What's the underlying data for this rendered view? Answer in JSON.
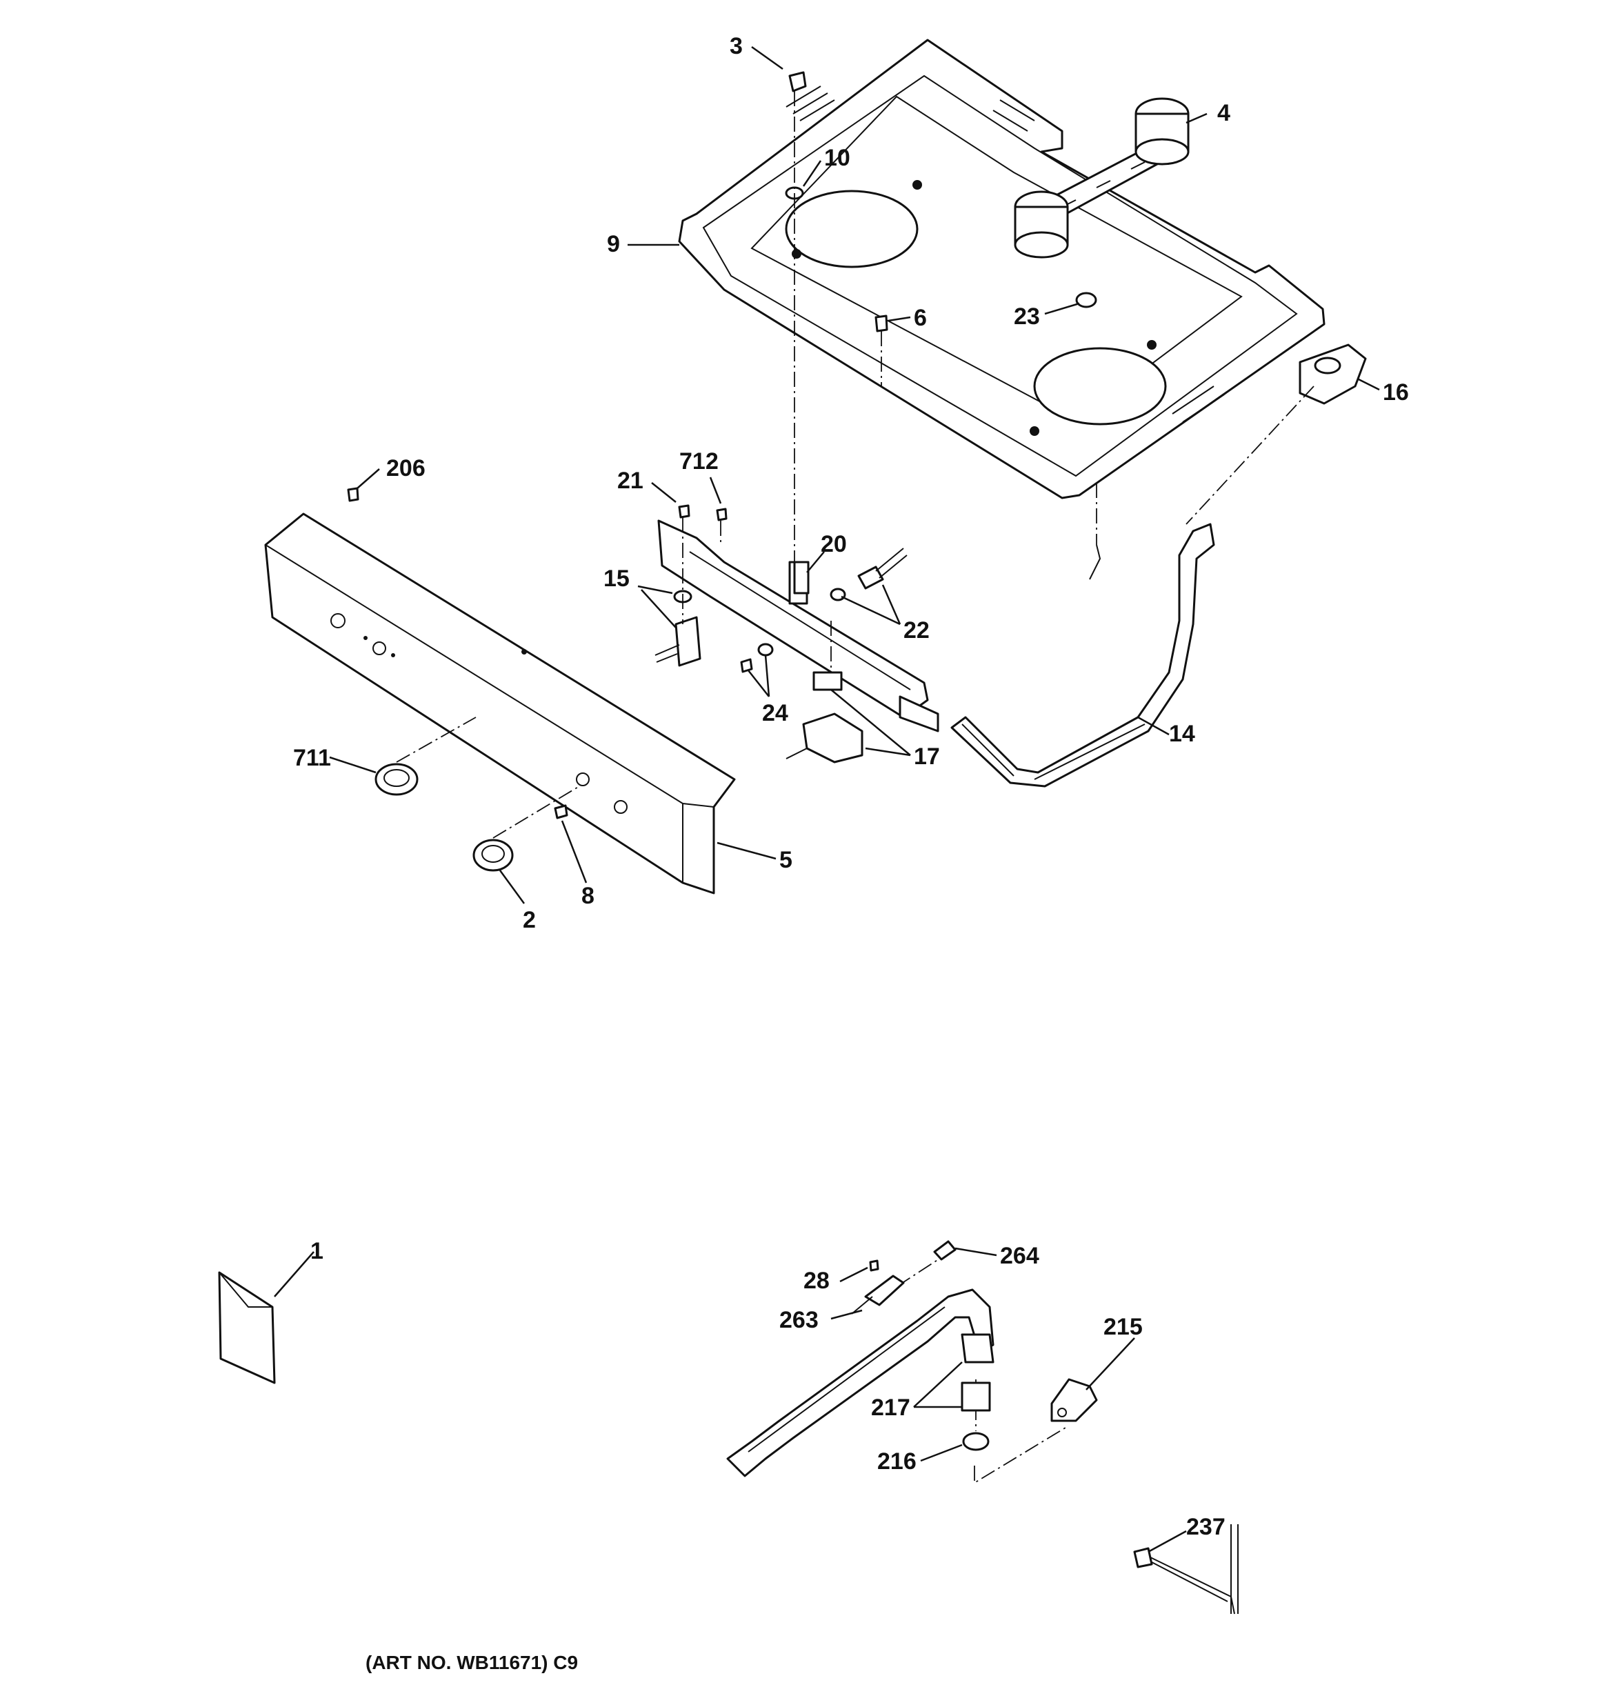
{
  "callouts": {
    "c1": "1",
    "c2": "2",
    "c3": "3",
    "c4": "4",
    "c5": "5",
    "c6": "6",
    "c8": "8",
    "c9": "9",
    "c10": "10",
    "c14": "14",
    "c15": "15",
    "c16": "16",
    "c17": "17",
    "c20": "20",
    "c21": "21",
    "c22": "22",
    "c23": "23",
    "c24": "24",
    "c28": "28",
    "c206": "206",
    "c215": "215",
    "c216": "216",
    "c217": "217",
    "c237": "237",
    "c263": "263",
    "c264": "264",
    "c711": "711",
    "c712": "712"
  },
  "caption": "(ART NO. WB11671) C9"
}
